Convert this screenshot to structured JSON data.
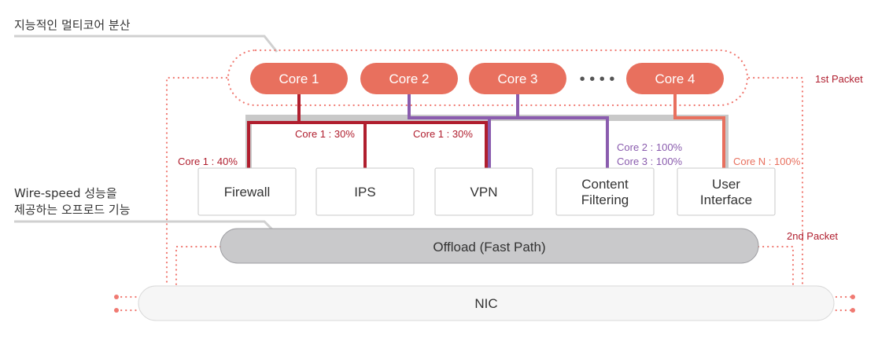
{
  "title": "지능적인 멀티코어 분산",
  "side_label": {
    "line1": "Wire-speed 성능을",
    "line2": "제공하는 오프로드 기능"
  },
  "cores": [
    {
      "label": "Core 1"
    },
    {
      "label": "Core 2"
    },
    {
      "label": "Core 3"
    },
    {
      "label": "Core 4"
    }
  ],
  "ellipsis": "• • • •",
  "modules": [
    {
      "line1": "Firewall",
      "line2": ""
    },
    {
      "line1": "IPS",
      "line2": ""
    },
    {
      "line1": "VPN",
      "line2": ""
    },
    {
      "line1": "Content",
      "line2": "Filtering"
    },
    {
      "line1": "User",
      "line2": "Interface"
    }
  ],
  "annotations": {
    "firewall": "Core 1 : 40%",
    "ips": "Core 1 : 30%",
    "vpn": "Core 1 : 30%",
    "content_core2": "Core 2 : 100%",
    "content_core3": "Core 3 : 100%",
    "user_interface": "Core N : 100%"
  },
  "offload": "Offload (Fast Path)",
  "nic": "NIC",
  "packets": {
    "first": "1st Packet",
    "second": "2nd Packet"
  },
  "colors": {
    "core": "#e8705e",
    "core1_path": "#b01e2e",
    "core2_3_path": "#8a5cae",
    "core4_path": "#e8705e",
    "trunk": "#c9c9c9",
    "packet_dots": "#f07a72"
  }
}
